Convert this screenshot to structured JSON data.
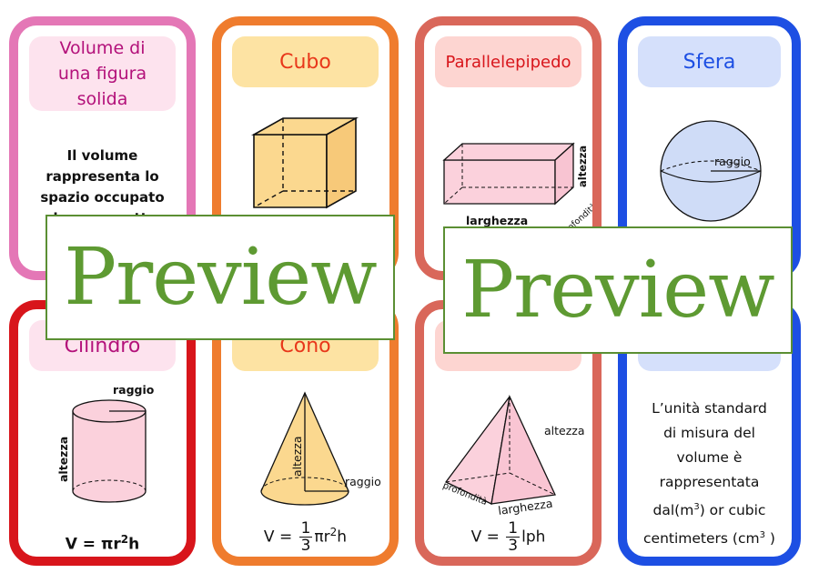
{
  "cards": {
    "volume": {
      "title": "Volume di una figura solida",
      "text": "Il volume rappresenta lo spazio occupato da un oggetto"
    },
    "cube": {
      "title": "Cubo"
    },
    "cuboid": {
      "title": "Parallelepipedo",
      "label_height": "altezza",
      "label_width": "larghezza",
      "label_depth": "profondità"
    },
    "sphere": {
      "title": "Sfera",
      "label_radius": "raggio"
    },
    "cylinder": {
      "title": "Cilindro",
      "label_radius": "raggio",
      "label_height": "altezza",
      "formula_prefix": "V = πr",
      "formula_exp": "2",
      "formula_suffix": "h"
    },
    "cone": {
      "title": "Cono",
      "label_height": "altezza",
      "label_radius": "raggio",
      "formula_lhs": "V =",
      "frac_num": "1",
      "frac_den": "3",
      "formula_rhs": "πr",
      "formula_exp": "2",
      "formula_suffix": "h"
    },
    "pyramid": {
      "title": "",
      "label_height": "altezza",
      "label_width": "larghezza",
      "label_depth": "profondità",
      "formula_lhs": "V =",
      "frac_num": "1",
      "frac_den": "3",
      "formula_rhs": "lph"
    },
    "unit": {
      "line1": "L’unità standard",
      "line2": "di misura del",
      "line3": "volume è",
      "line4": "rappresentata",
      "line5_prefix": "dal(m",
      "line5_exp": "3",
      "line5_suffix": ") or cubic",
      "line6_prefix": "centimeters (cm",
      "line6_exp": "3",
      "line6_suffix": " )"
    }
  },
  "watermark": {
    "text": "Preview"
  },
  "colors": {
    "pink": "#e477b6",
    "orange": "#ef7c2e",
    "coral": "#d9675a",
    "blue": "#1d4fe3",
    "red": "#d8151b",
    "shape_fill_yellow": "#fbd88f",
    "shape_fill_pink": "#fbd1dc",
    "shape_fill_blue": "#cfdcf7"
  }
}
